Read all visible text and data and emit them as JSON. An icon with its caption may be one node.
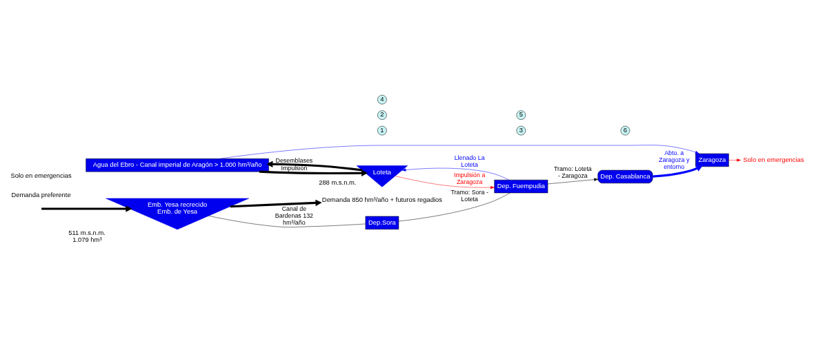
{
  "diagram": {
    "nodes": [
      {
        "text": [
          "Emb. Yesa recrecido",
          "Emb. de Yesa"
        ],
        "beside": [
          "511 m.s.n.m.",
          "1.079 hm³"
        ]
      },
      {
        "text": [
          "Dep.Sora"
        ]
      },
      {
        "text": [
          "Dep. Fuempudia"
        ]
      },
      {
        "text": [
          "Dep. Casablanca"
        ]
      },
      {
        "text": [
          "Loteta"
        ],
        "beside": [
          "288 m.s.n.m."
        ]
      },
      {
        "text": [
          "Agua del Ebro - Canal imperial de Aragón > 1.000 hm³/año"
        ]
      },
      {
        "text": [
          "Zaragoza"
        ]
      },
      {
        "text": [
          "Demanda 850 hm³/año + futuros regadios"
        ]
      },
      {
        "text": [
          "1"
        ]
      },
      {
        "text": [
          "2"
        ]
      },
      {
        "text": [
          "3"
        ]
      },
      {
        "text": [
          "4"
        ]
      },
      {
        "text": [
          "5"
        ]
      },
      {
        "text": [
          "6"
        ]
      },
      {
        "text": [
          "Solo en emergencias"
        ]
      }
    ],
    "edges": [
      {
        "from": null,
        "to": 0,
        "arrow": "to",
        "style": "thick"
      },
      {
        "from": 0,
        "to": 7,
        "arrow": "to",
        "style": "thick"
      },
      {
        "from": 0,
        "to": 1,
        "arrow": "none",
        "label": "Canal de Bardenas 132 hm³/año"
      },
      {
        "from": 1,
        "to": 2,
        "arrow": "none",
        "label": "Tramo: Sora - Loteta"
      },
      {
        "from": 2,
        "to": 3,
        "arrow": "to",
        "label": "Tramo: Loteta - Zaragoza"
      },
      {
        "from": 4,
        "to": 2,
        "arrow": "to",
        "label": "Impulsión a Zaragoza",
        "color": "#ff0000"
      },
      {
        "from": 2,
        "to": 4,
        "arrow": "to",
        "label": "Llenado La Loteta",
        "color": "#0000ff"
      },
      {
        "from": 5,
        "to": 4,
        "arrow": "to",
        "label": "Impulsión",
        "style": "thick"
      },
      {
        "from": 4,
        "to": 5,
        "arrow": "to",
        "label": "Desemblases",
        "style": "thick"
      },
      {
        "from": 3,
        "to": 6,
        "arrow": "to",
        "label": "Abto. a Zaragoza y entorno",
        "style": "thick",
        "color": "#0000ff"
      },
      {
        "from": 5,
        "to": 6,
        "arrow": "to",
        "color": "#0000ff"
      },
      {
        "from": 6,
        "to": 14,
        "arrow": "to",
        "color": "#ff0000"
      }
    ],
    "labels": [
      "Demanda preferente",
      "Solo en emergencias"
    ]
  }
}
